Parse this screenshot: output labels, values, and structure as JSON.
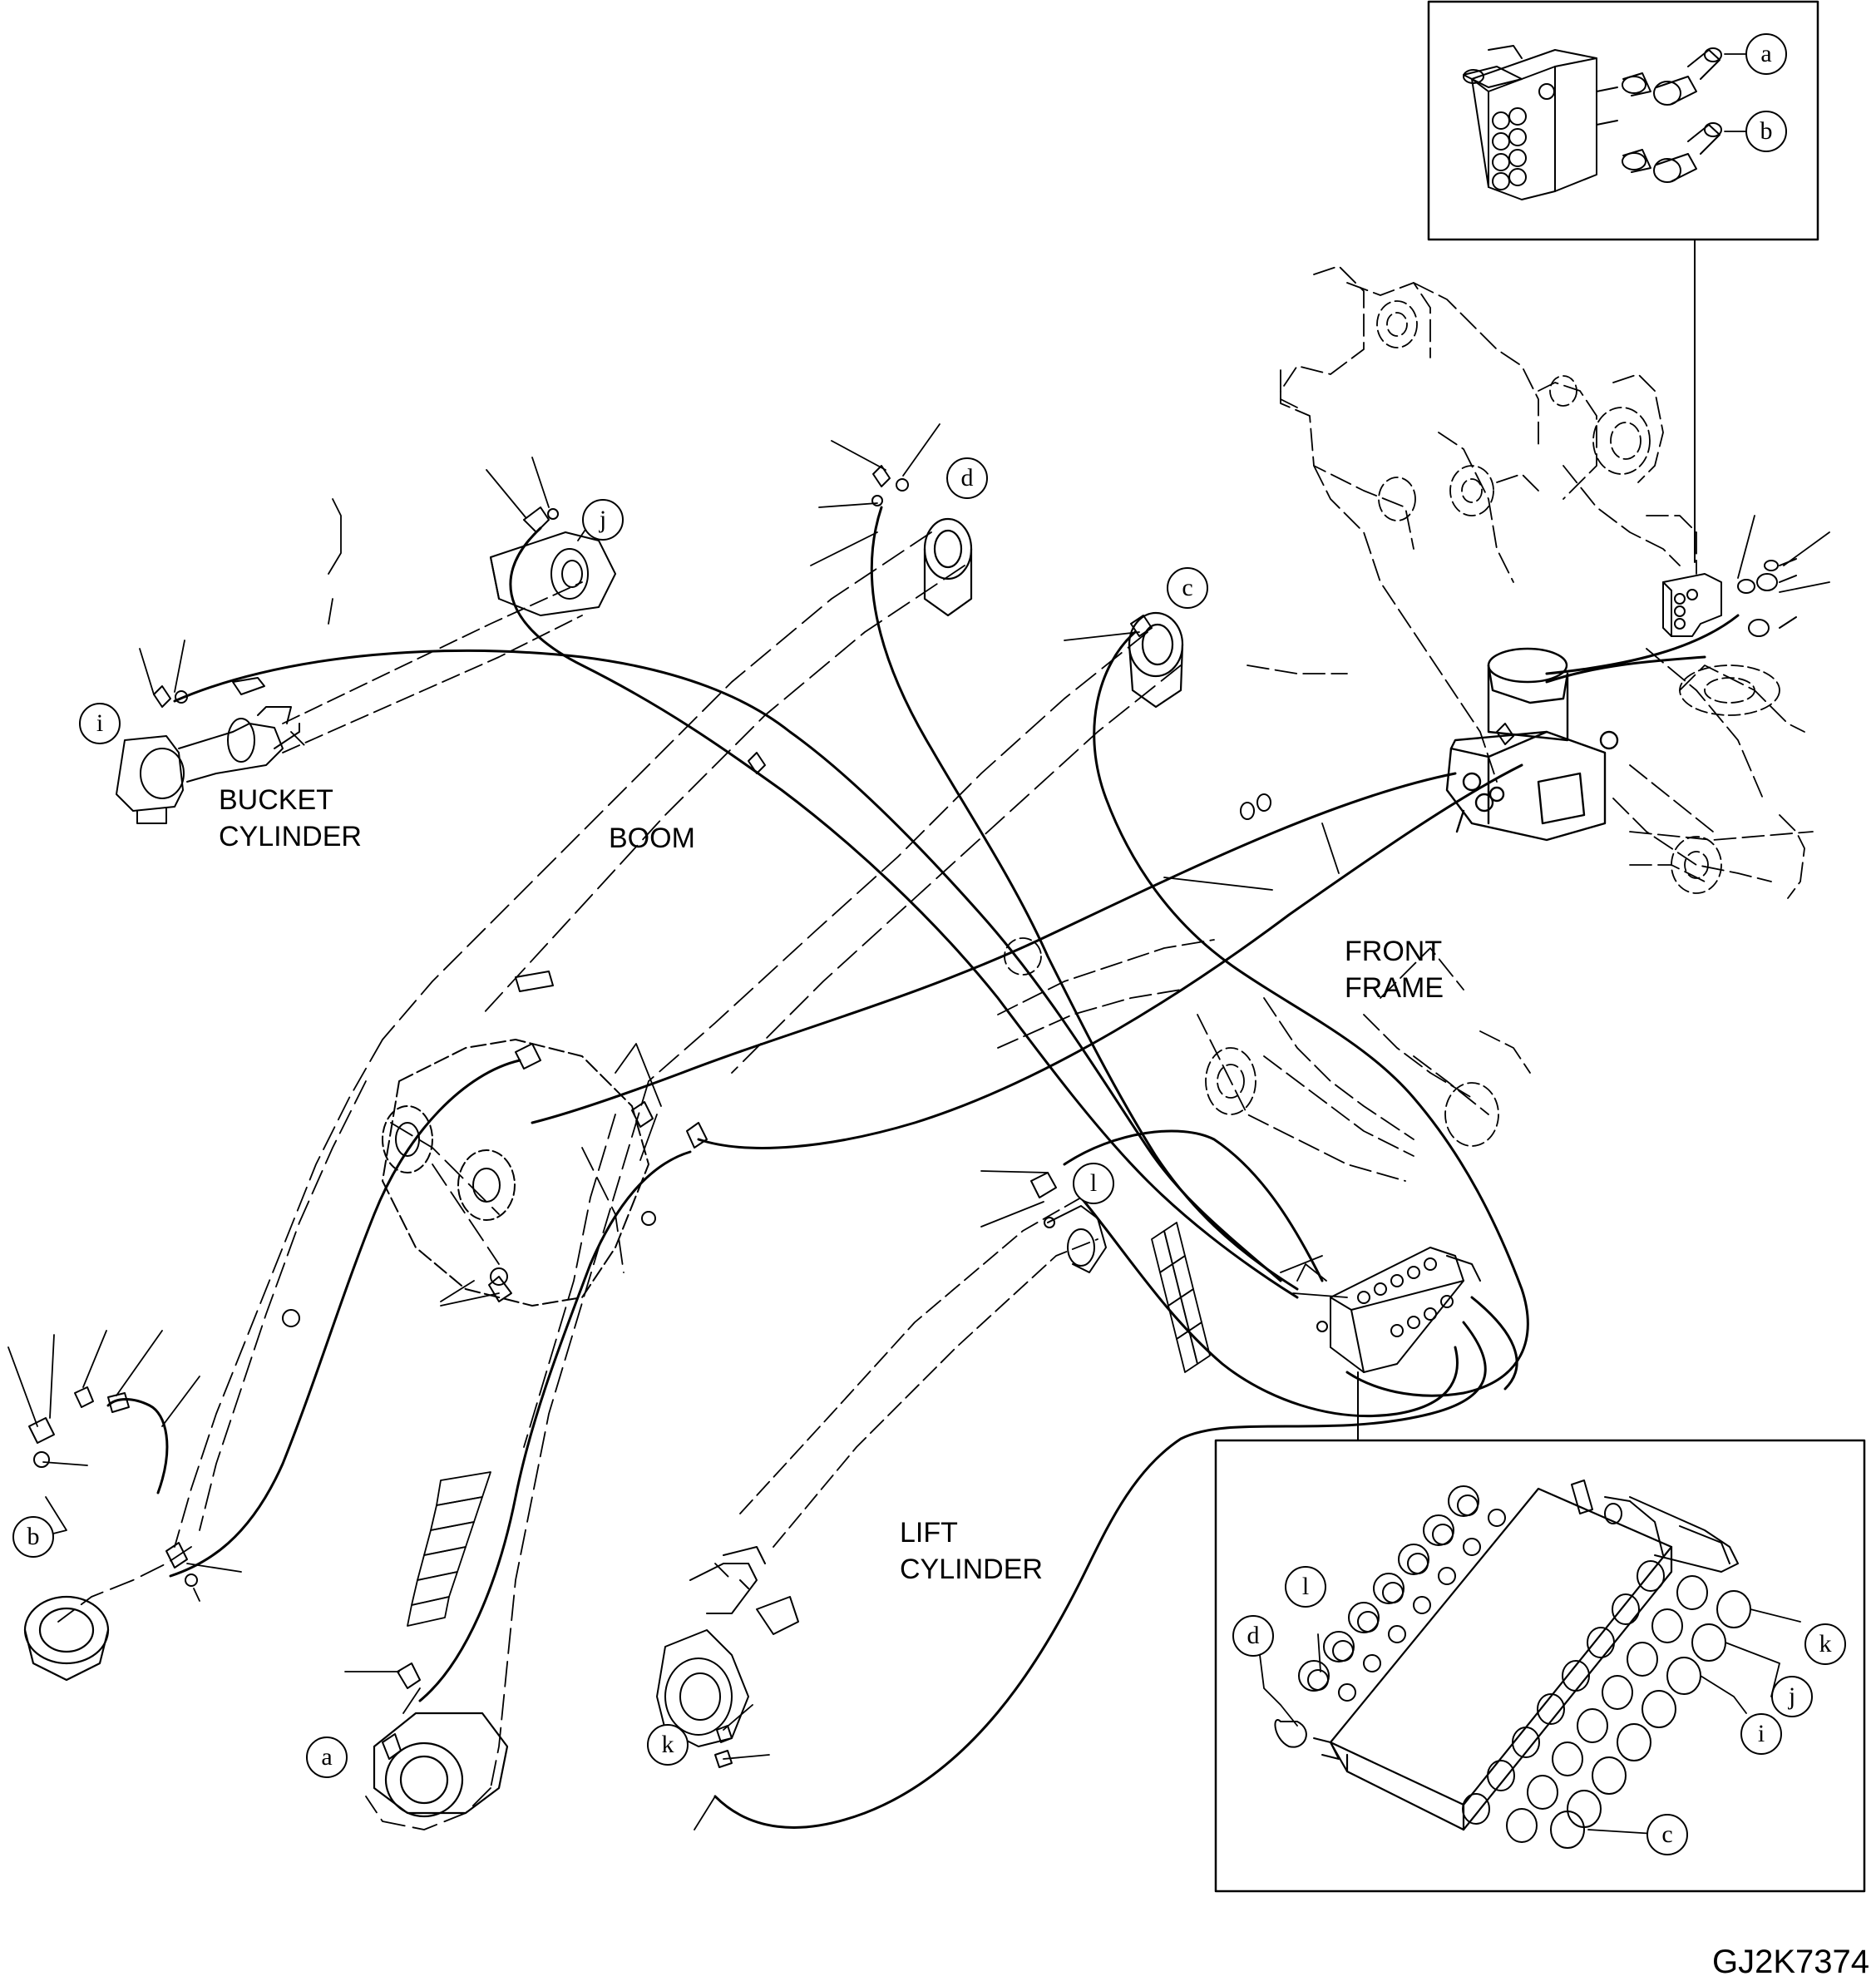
{
  "labels": {
    "bucket_cylinder": "BUCKET\nCYLINDER",
    "boom": "BOOM",
    "front_frame": "FRONT\nFRAME",
    "lift_cylinder": "LIFT\nCYLINDER"
  },
  "callouts": {
    "top_inset_a": "a",
    "top_inset_b": "b",
    "boom_d": "d",
    "boom_c": "c",
    "bucket_j": "j",
    "bucket_i": "i",
    "lift_l": "l",
    "left_b": "b",
    "bottom_a": "a",
    "lift_k": "k",
    "inset_l": "l",
    "inset_d": "d",
    "inset_k": "k",
    "inset_j": "j",
    "inset_i": "i",
    "inset_c": "c"
  },
  "drawing_id": "GJ2K7374",
  "colors": {
    "line": "#000000",
    "background": "#ffffff"
  }
}
